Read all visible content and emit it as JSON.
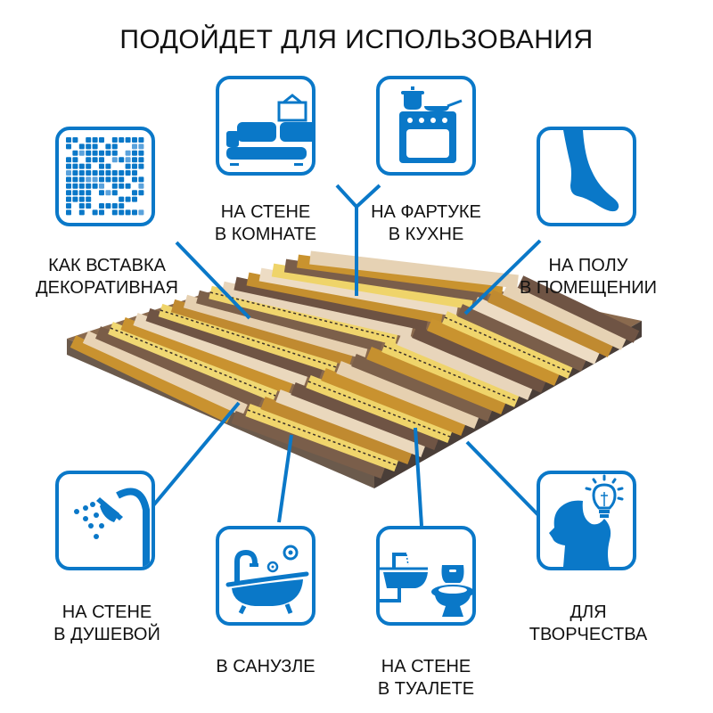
{
  "title": "ПОДОЙДЕТ ДЛЯ ИСПОЛЬЗОВАНИЯ",
  "accent_color": "#0a78c8",
  "product": {
    "name": "mosaic-tile-sheet",
    "description": "Marble and gold glass strip mosaic"
  },
  "uses": [
    {
      "id": "decorative-insert",
      "icon": "mosaic-grid-icon",
      "line1": "КАК ВСТАВКА",
      "line2": "ДЕКОРАТИВНАЯ"
    },
    {
      "id": "room-wall",
      "icon": "sofa-icon",
      "line1": "НА СТЕНЕ",
      "line2": "В КОМНАТЕ"
    },
    {
      "id": "kitchen-backsplash",
      "icon": "stove-icon",
      "line1": "НА ФАРТУКЕ",
      "line2": "В КУХНЕ"
    },
    {
      "id": "indoor-floor",
      "icon": "foot-icon",
      "line1": "НА ПОЛУ",
      "line2": "В ПОМЕЩЕНИИ"
    },
    {
      "id": "shower-wall",
      "icon": "shower-icon",
      "line1": "НА СТЕНЕ",
      "line2": "В ДУШЕВОЙ"
    },
    {
      "id": "bathroom",
      "icon": "bathtub-icon",
      "line1": "В САНУЗЛЕ",
      "line2": ""
    },
    {
      "id": "toilet-wall",
      "icon": "toilet-sink-icon",
      "line1": "НА СТЕНЕ",
      "line2": "В ТУАЛЕТЕ"
    },
    {
      "id": "creativity",
      "icon": "head-lightbulb-icon",
      "line1": "ДЛЯ",
      "line2": "ТВОРЧЕСТВА"
    }
  ]
}
